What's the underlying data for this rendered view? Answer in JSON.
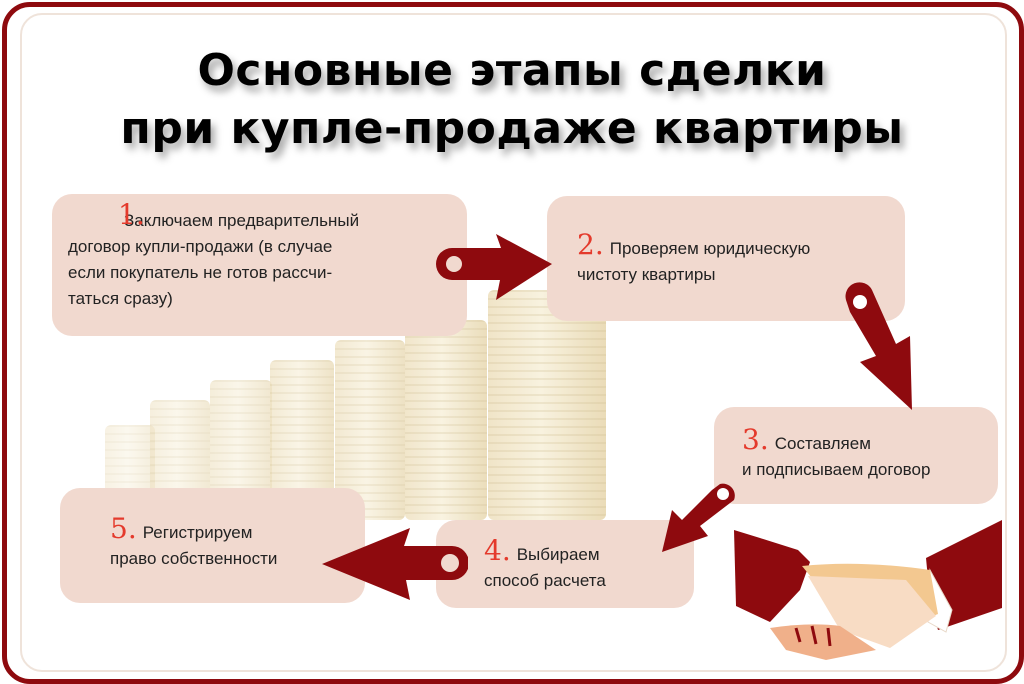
{
  "title": {
    "line1": "Основные этапы сделки",
    "line2": "при купле-продаже квартиры"
  },
  "steps": [
    {
      "number": "1.",
      "text": "Заключаем предварительный договор купли-продажи (в случае если покупатель не готов рассчи-таться сразу)",
      "lines": [
        "Заключаем предварительный",
        "договор купли-продажи (в случае",
        "если покупатель не готов рассчи-",
        "таться сразу)"
      ]
    },
    {
      "number": "2.",
      "text": "Проверяем юридическую чистоту квартиры",
      "lines": [
        "Проверяем юридическую",
        "чистоту квартиры"
      ]
    },
    {
      "number": "3.",
      "text": "Составляем и подписываем договор",
      "lines": [
        "Составляем",
        "и подписываем договор"
      ]
    },
    {
      "number": "4.",
      "text": "Выбираем способ расчета",
      "lines": [
        "Выбираем",
        "способ расчета"
      ]
    },
    {
      "number": "5.",
      "text": "Регистрируем право собственности",
      "lines": [
        "Регистрируем",
        "право собственности"
      ]
    }
  ],
  "icons": {
    "arrows": [
      "arrow-right-icon",
      "arrow-down-right-icon",
      "arrow-down-left-icon",
      "arrow-left-icon"
    ],
    "illustration": [
      "coin-stacks-illustration",
      "handshake-illustration"
    ]
  },
  "colors": {
    "frame": "#8e0a0e",
    "arrow": "#8e0a0e",
    "box": "#f1d9cf",
    "number": "#e43a2c",
    "text": "#222222"
  }
}
